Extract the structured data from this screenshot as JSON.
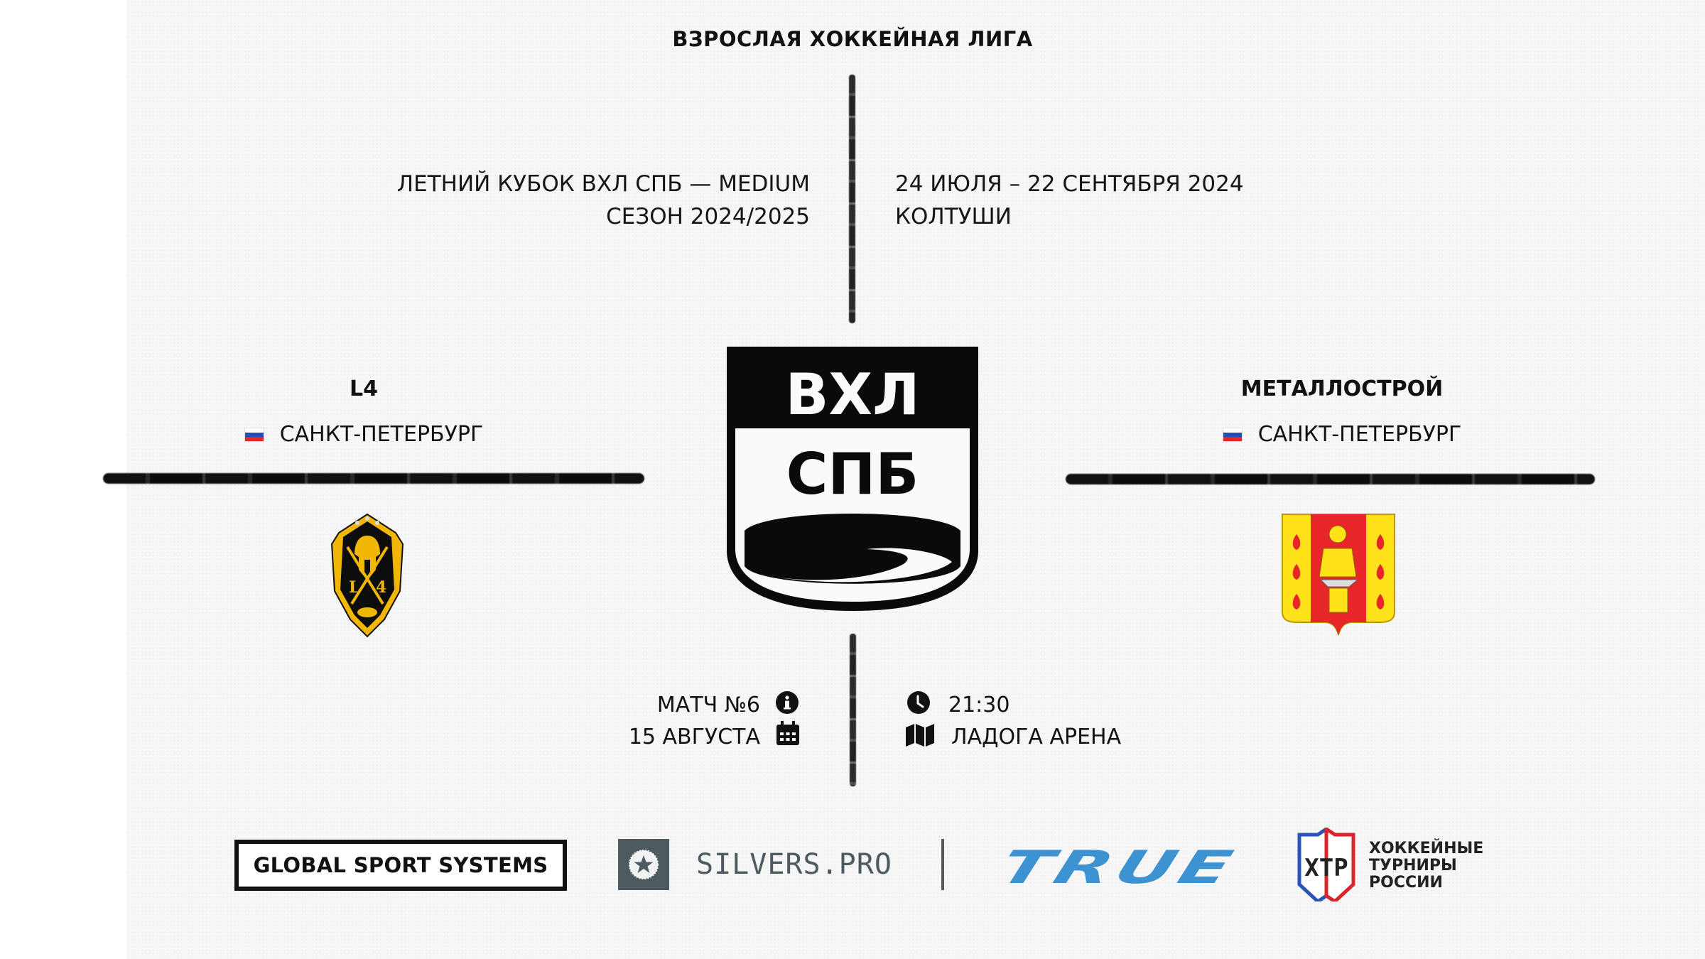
{
  "header": {
    "league_title": "ВЗРОСЛАЯ ХОККЕЙНАЯ ЛИГА"
  },
  "tournament": {
    "name": "ЛЕТНИЙ КУБОК ВХЛ СПБ — MEDIUM",
    "season": "СЕЗОН 2024/2025",
    "dates": "24 ИЮЛЯ – 22 СЕНТЯБРЯ 2024",
    "location": "КОЛТУШИ"
  },
  "center_logo": {
    "line1": "ВХЛ",
    "line2": "СПБ",
    "icon": "vhl-spb-shield-logo"
  },
  "teams": {
    "home": {
      "name": "L4",
      "city": "САНКТ-ПЕТЕРБУРГ",
      "flag_icon": "russia-flag-icon",
      "logo_icon": "spartan-shield-logo",
      "logo_colors": {
        "primary": "#0d0d0d",
        "accent": "#f2b705"
      }
    },
    "away": {
      "name": "МЕТАЛЛОСТРОЙ",
      "city": "САНКТ-ПЕТЕРБУРГ",
      "flag_icon": "russia-flag-icon",
      "logo_icon": "blacksmith-coat-of-arms-logo",
      "logo_colors": {
        "primary": "#e8262a",
        "accent": "#ffe21a"
      }
    }
  },
  "match": {
    "number": "МАТЧ №6",
    "date": "15 АВГУСТА",
    "time": "21:30",
    "venue": "ЛАДОГА АРЕНА",
    "icons": {
      "number": "info-circle-icon",
      "date": "calendar-icon",
      "time": "clock-icon",
      "venue": "map-icon"
    }
  },
  "sponsors": [
    {
      "name": "GLOBAL SPORT SYSTEMS",
      "icon": "gss-logo"
    },
    {
      "name": "SILVERS.PRO",
      "icon": "star-badge-icon",
      "color": "#4d5a60"
    },
    {
      "name": "TRUE",
      "icon": "true-logo",
      "color": "#3d93d1"
    },
    {
      "abbr": "ХТР",
      "lines": [
        "ХОККЕЙНЫЕ",
        "ТУРНИРЫ",
        "РОССИИ"
      ],
      "icon": "htr-shield-logo"
    }
  ],
  "colors": {
    "flag_white": "#ffffff",
    "flag_blue": "#1c4fc4",
    "flag_red": "#e0262b",
    "text": "#111111",
    "paper": "#f6f6f6"
  }
}
